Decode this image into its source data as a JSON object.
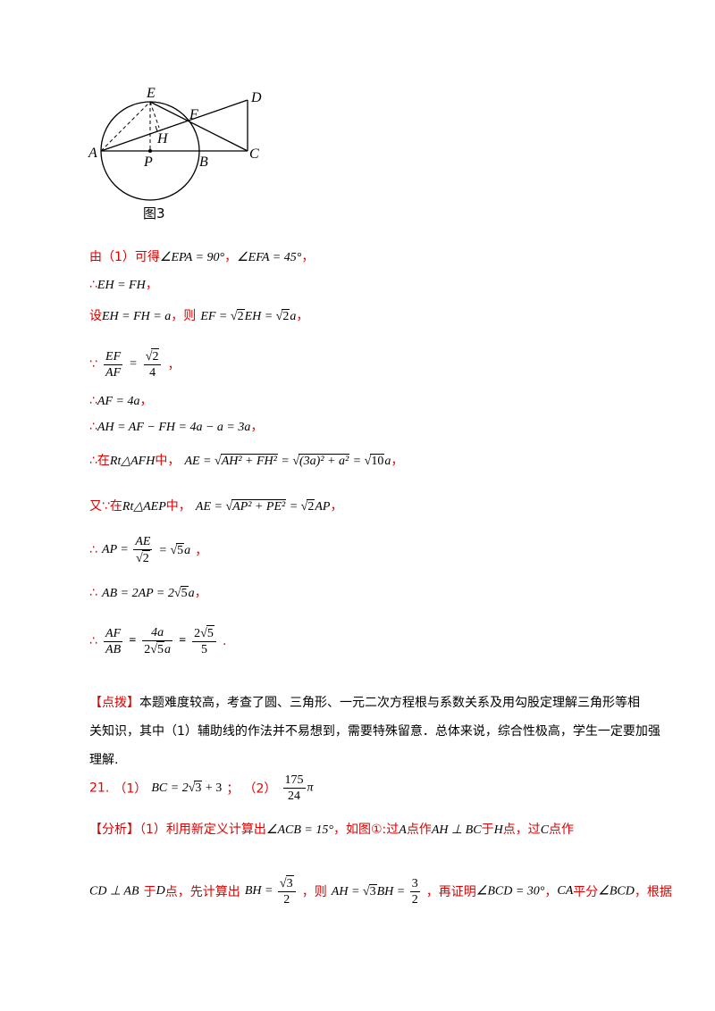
{
  "figure": {
    "caption": "图3",
    "points": {
      "E": "E",
      "D": "D",
      "F": "F",
      "H": "H",
      "A": "A",
      "P": "P",
      "B": "B",
      "C": "C"
    }
  },
  "solution": {
    "l1_prefix": "由（1）可得",
    "l1_m1": "∠EPA = 90°",
    "l1_sep": "，",
    "l1_m2": "∠EFA = 45°",
    "l1_end": "，",
    "l2_prefix": "∴",
    "l2_m": "EH = FH",
    "l2_end": "，",
    "l3_prefix": "设",
    "l3_m1": "EH = FH = a",
    "l3_mid": "，则",
    "l3_m2a": "EF = ",
    "l3_m2b": "2",
    "l3_m2c": "EH = ",
    "l3_m2d": "2",
    "l3_m2e": "a",
    "l3_end": "，",
    "l4_prefix": "∵",
    "l4_num": "EF",
    "l4_den": "AF",
    "l4_eq": "=",
    "l4_rnum": "2",
    "l4_rden": "4",
    "l4_end": "，",
    "l5_prefix": "∴",
    "l5_m": "AF = 4a",
    "l5_end": "，",
    "l6_prefix": "∴",
    "l6_m": "AH = AF − FH = 4a − a = 3a",
    "l6_end": "，",
    "l7_prefix": "∴在",
    "l7_rt": "Rt△AFH",
    "l7_mid": "中，",
    "l7_a": "AE = ",
    "l7_s1": "AH² + FH²",
    "l7_eq": " = ",
    "l7_s2": "(3a)² + a²",
    "l7_eq2": " = ",
    "l7_s3": "10",
    "l7_a2": "a",
    "l7_end": "，",
    "l8_prefix": "又∵在",
    "l8_rt": "Rt△AEP",
    "l8_mid": "中，",
    "l8_a": "AE = ",
    "l8_s1": "AP² + PE²",
    "l8_eq": " = ",
    "l8_s2": "2",
    "l8_a2": "AP",
    "l8_end": "，",
    "l9_prefix": "∴",
    "l9_a": "AP = ",
    "l9_num": "AE",
    "l9_den": "2",
    "l9_eq": " = ",
    "l9_s": "5",
    "l9_a2": "a",
    "l9_end": "，",
    "l10_prefix": "∴",
    "l10_a": "AB = 2AP = 2",
    "l10_s": "5",
    "l10_a2": "a",
    "l10_end": "，",
    "l11_prefix": "∴",
    "l11_num1": "AF",
    "l11_den1": "AB",
    "l11_eq": "=",
    "l11_num2": "4a",
    "l11_den2a": "2",
    "l11_den2s": "5",
    "l11_den2b": "a",
    "l11_eq2": "=",
    "l11_num3a": "2",
    "l11_num3s": "5",
    "l11_den3": "5",
    "l11_end": "."
  },
  "tip": {
    "label": "【点拨】",
    "line1": "本题难度较高，考查了圆、三角形、一元二次方程根与系数关系及用勾股定理解三角形等相",
    "line2": "关知识，其中（1）辅助线的作法并不易想到，需要特殊留意．总体来说，综合性极高，学生一定要加强",
    "line3": "理解."
  },
  "q21": {
    "number": "21.",
    "p1": "（1）",
    "a1a": "BC = 2",
    "a1s": "3",
    "a1b": " + 3",
    "sep": "；",
    "p2": "（2）",
    "a2num": "175",
    "a2den": "24",
    "a2pi": "π"
  },
  "analysis": {
    "label": "【分析】",
    "l1a": "（1）利用新定义计算出",
    "l1m1": "∠ACB = 15°",
    "l1b": "，如图①:过",
    "l1A": "A",
    "l1c": "点作",
    "l1m2": "AH ⊥ BC",
    "l1d": "于",
    "l1H": "H",
    "l1e": "点，过",
    "l1C": "C",
    "l1f": "点作",
    "l2m1": "CD ⊥ AB",
    "l2a": "于",
    "l2D": "D",
    "l2b": "点，先计算出",
    "l2bh": "BH = ",
    "l2num": "3",
    "l2den": "2",
    "l2c": "，则",
    "l2ah": "AH = ",
    "l2s": "3",
    "l2bh2": "BH = ",
    "l2n2": "3",
    "l2d2": "2",
    "l2d": "，再证明",
    "l2m3": "∠BCD = 30°",
    "l2e": "，",
    "l2m4": "CA",
    "l2f": "平分",
    "l2m5": "∠BCD",
    "l2g": "，根据"
  }
}
